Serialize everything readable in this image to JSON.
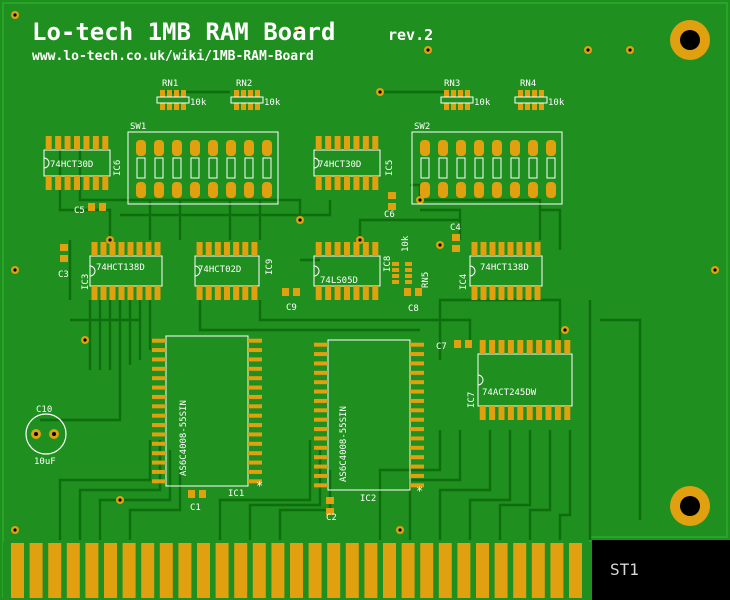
{
  "board": {
    "title": "Lo-tech 1MB RAM Board",
    "revision": "rev.2",
    "url": "www.lo-tech.co.uk/wiki/1MB-RAM-Board",
    "connector_label": "ST1"
  },
  "components": {
    "rn1": "RN1",
    "rn2": "RN2",
    "rn3": "RN3",
    "rn4": "RN4",
    "rn5": "RN5",
    "rn_value": "10k",
    "sw1": "SW1",
    "sw2": "SW2",
    "ic6": "IC6",
    "ic6_part": "74HCT30D",
    "ic5": "IC5",
    "ic5_part": "74HCT30D",
    "ic3": "IC3",
    "ic3_part": "74HCT138D",
    "ic9": "IC9",
    "ic9_part": "74HCT02D",
    "ic8": "IC8",
    "ic8_part": "74LS05D",
    "ic4": "IC4",
    "ic4_part": "74HCT138D",
    "ic7": "IC7",
    "ic7_part": "74ACT245DW",
    "ic1": "IC1",
    "ic1_part": "AS6C4008-55SIN",
    "ic2": "IC2",
    "ic2_part": "AS6C4008-55SIN",
    "c1": "C1",
    "c2": "C2",
    "c3": "C3",
    "c4": "C4",
    "c5": "C5",
    "c6": "C6",
    "c7": "C7",
    "c8": "C8",
    "c9": "C9",
    "c10": "C10",
    "c10_value": "10uF",
    "star": "*"
  },
  "colors": {
    "board": "#1f8f1f",
    "copper": "#17a017",
    "trace": "#0d6a0d",
    "pad": "#e0a010",
    "silkscreen": "#ffffff",
    "background": "#000000"
  }
}
